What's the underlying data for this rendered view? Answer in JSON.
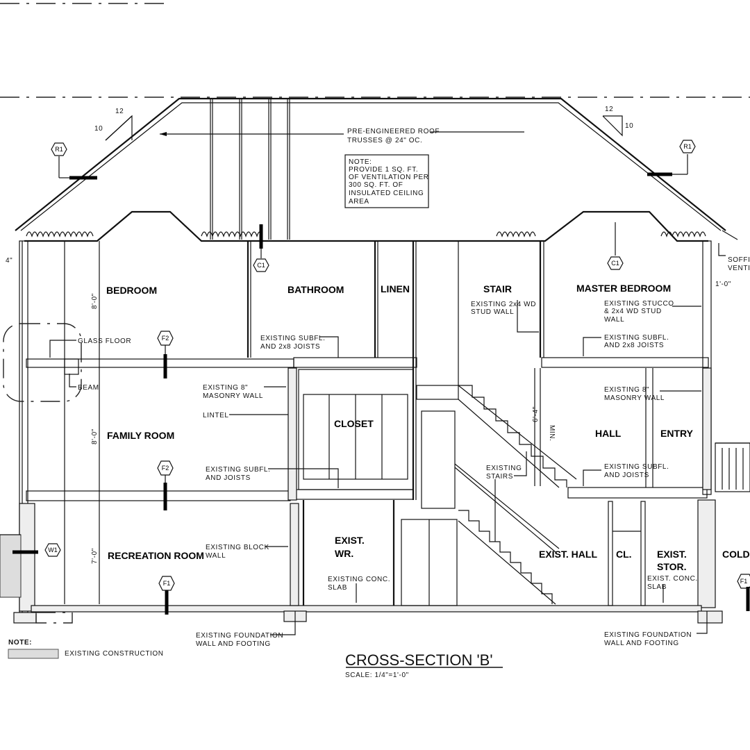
{
  "drawing": {
    "title": "CROSS-SECTION 'B'",
    "scale": "SCALE: 1/4\"=1'-0\"",
    "legend": {
      "heading": "NOTE:",
      "item": "EXISTING CONSTRUCTION"
    },
    "roof_pitch": {
      "left_run": "12",
      "left_rise": "10",
      "right_run": "12",
      "right_rise": "10"
    },
    "rooms": {
      "bedroom": "BEDROOM",
      "bathroom": "BATHROOM",
      "linen": "LINEN",
      "stair": "STAIR",
      "master_bedroom": "MASTER BEDROOM",
      "family_room": "FAMILY ROOM",
      "closet": "CLOSET",
      "hall": "HALL",
      "entry": "ENTRY",
      "recreation_room": "RECREATION ROOM",
      "exist_wr_1": "EXIST.",
      "exist_wr_2": "WR.",
      "exist_hall": "EXIST. HALL",
      "cl": "CL.",
      "exist_stor_1": "EXIST.",
      "exist_stor_2": "STOR.",
      "cold": "COLD"
    },
    "notes": {
      "trusses_1": "PRE-ENGINEERED ROOF",
      "trusses_2": "TRUSSES @ 24\" OC.",
      "vent_1": "NOTE:",
      "vent_2": "PROVIDE 1 SQ. FT.",
      "vent_3": "OF VENTILATION PER",
      "vent_4": "300 SQ. FT. OF",
      "vent_5": "INSULATED CEILING",
      "vent_6": "AREA",
      "glass_floor": "GLASS FLOOR",
      "beam": "BEAM",
      "subfl_2x8_a1": "EXISTING SUBFL.",
      "subfl_2x8_a2": "AND 2x8 JOISTS",
      "stud_wall_1": "EXISTING 2x4 WD",
      "stud_wall_2": "STUD WALL",
      "stucco_1": "EXISTING STUCCO",
      "stucco_2": "& 2x4 WD STUD",
      "stucco_3": "WALL",
      "subfl_2x8_b1": "EXISTING SUBFL.",
      "subfl_2x8_b2": "AND 2x8 JOISTS",
      "masonry_a1": "EXISTING 8\"",
      "masonry_a2": "MASONRY WALL",
      "lintel": "LINTEL",
      "masonry_b1": "EXISTING 8\"",
      "masonry_b2": "MASONRY WALL",
      "subfl_a1": "EXISTING SUBFL.",
      "subfl_a2": "AND JOISTS",
      "stairs_1": "EXISTING",
      "stairs_2": "STAIRS",
      "subfl_b1": "EXISTING SUBFL.",
      "subfl_b2": "AND JOISTS",
      "block_1": "EXISTING BLOCK",
      "block_2": "WALL",
      "slab_1": "EXISTING CONC.",
      "slab_2": "SLAB",
      "slab_b1": "EXIST. CONC.",
      "slab_b2": "SLAB",
      "found_a1": "EXISTING FOUNDATION",
      "found_a2": "WALL AND FOOTING",
      "found_b1": "EXISTING FOUNDATION",
      "found_b2": "WALL AND FOOTING",
      "soffit_1": "SOFFIT",
      "soffit_2": "VENTIL"
    },
    "dimensions": {
      "d_4in": "4\"",
      "d_bed": "8'-0\"",
      "d_fam": "8'-0\"",
      "d_rec": "7'-0\"",
      "d_stair": "6'-4\"",
      "d_min": "MIN.",
      "d_1ft": "1'-0\""
    },
    "tags": {
      "r1": "R1",
      "c1": "C1",
      "f2": "F2",
      "f1": "F1",
      "w1": "W1"
    }
  }
}
